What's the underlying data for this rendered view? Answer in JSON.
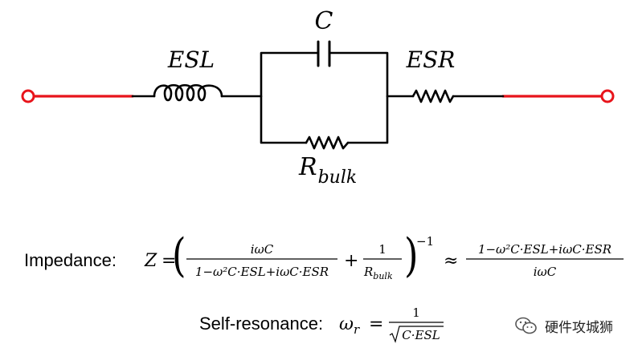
{
  "circuit": {
    "labels": {
      "c": "C",
      "esl": "ESL",
      "esr": "ESR",
      "rbulk_main": "R",
      "rbulk_sub": "bulk"
    },
    "colors": {
      "wire": "#000000",
      "lead": "#e8141b"
    }
  },
  "impedance": {
    "label": "Impedance: ",
    "z": "Z",
    "eq": "=",
    "frac1_num": "iωC",
    "frac1_den": "1−ω²C·ESL+iωC·ESR",
    "plus": "+",
    "frac2_num": "1",
    "frac2_den_main": "R",
    "frac2_den_sub": "bulk",
    "exponent": "−1",
    "approx": "≈",
    "frac3_num": "1−ω²C·ESL+iωC·ESR",
    "frac3_den": "iωC"
  },
  "resonance": {
    "label": "Self-resonance: ",
    "omega": "ω",
    "sub": "r",
    "eq": "=",
    "num": "1",
    "radicand": "C·ESL"
  },
  "watermark": {
    "text": "硬件攻城狮",
    "icon": "wechat-icon"
  }
}
